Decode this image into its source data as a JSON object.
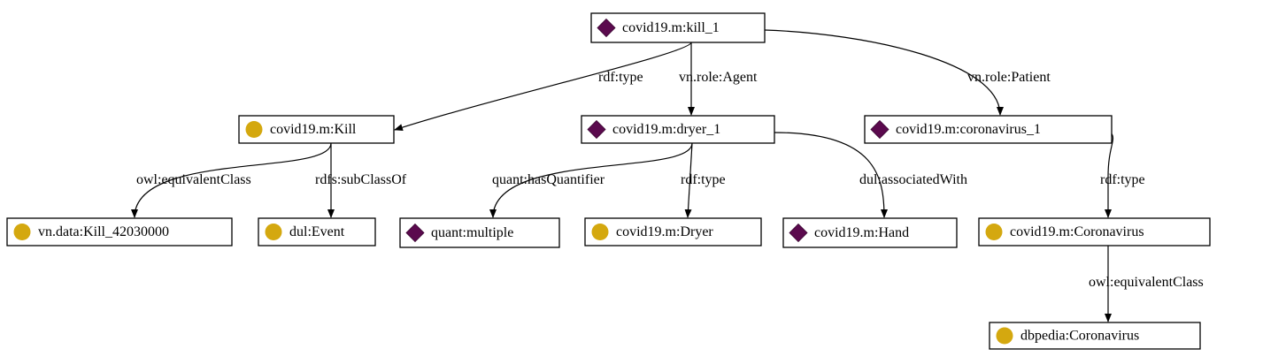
{
  "graph": {
    "colors": {
      "individual": "#5b0a4e",
      "class": "#d4a80f",
      "stroke": "#000000"
    },
    "nodes": [
      {
        "id": "kill_1",
        "label": "covid19.m:kill_1",
        "kind": "individual",
        "icon": "diamond-icon"
      },
      {
        "id": "Kill",
        "label": "covid19.m:Kill",
        "kind": "class",
        "icon": "circle-icon"
      },
      {
        "id": "dryer_1",
        "label": "covid19.m:dryer_1",
        "kind": "individual",
        "icon": "diamond-icon"
      },
      {
        "id": "coronavirus_1",
        "label": "covid19.m:coronavirus_1",
        "kind": "individual",
        "icon": "diamond-icon"
      },
      {
        "id": "Kill_42030000",
        "label": "vn.data:Kill_42030000",
        "kind": "class",
        "icon": "circle-icon"
      },
      {
        "id": "Event",
        "label": "dul:Event",
        "kind": "class",
        "icon": "circle-icon"
      },
      {
        "id": "multiple",
        "label": "quant:multiple",
        "kind": "individual",
        "icon": "diamond-icon"
      },
      {
        "id": "Dryer",
        "label": "covid19.m:Dryer",
        "kind": "class",
        "icon": "circle-icon"
      },
      {
        "id": "Hand",
        "label": "covid19.m:Hand",
        "kind": "individual",
        "icon": "diamond-icon"
      },
      {
        "id": "Coronavirus",
        "label": "covid19.m:Coronavirus",
        "kind": "class",
        "icon": "circle-icon"
      },
      {
        "id": "dbpCoronavirus",
        "label": "dbpedia:Coronavirus",
        "kind": "class",
        "icon": "circle-icon"
      }
    ],
    "edges": [
      {
        "id": "e1",
        "from": "kill_1",
        "to": "Kill",
        "label": "rdf:type"
      },
      {
        "id": "e2",
        "from": "kill_1",
        "to": "dryer_1",
        "label": "vn.role:Agent"
      },
      {
        "id": "e3",
        "from": "kill_1",
        "to": "coronavirus_1",
        "label": "vn.role:Patient"
      },
      {
        "id": "e4",
        "from": "Kill",
        "to": "Kill_42030000",
        "label": "owl:equivalentClass"
      },
      {
        "id": "e5",
        "from": "Kill",
        "to": "Event",
        "label": "rdfs:subClassOf"
      },
      {
        "id": "e6",
        "from": "dryer_1",
        "to": "multiple",
        "label": "quant:hasQuantifier"
      },
      {
        "id": "e7",
        "from": "dryer_1",
        "to": "Dryer",
        "label": "rdf:type"
      },
      {
        "id": "e8",
        "from": "dryer_1",
        "to": "Hand",
        "label": "dul:associatedWith"
      },
      {
        "id": "e9",
        "from": "coronavirus_1",
        "to": "Coronavirus",
        "label": "rdf:type"
      },
      {
        "id": "e10",
        "from": "Coronavirus",
        "to": "dbpCoronavirus",
        "label": "owl:equivalentClass"
      }
    ]
  }
}
